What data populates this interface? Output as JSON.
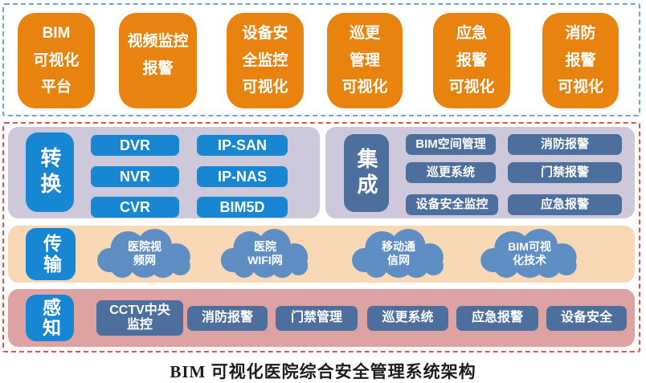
{
  "caption": "BIM 可视化医院综合安全管理系统架构",
  "colors": {
    "orange": "#E9830F",
    "bright_blue": "#1786D3",
    "slate_blue": "#4C6F9D",
    "cloud_blue": "#5E8EC4",
    "lavender": "#CDC8DA",
    "peach": "#F8D8B5",
    "salmon": "#DFA2A2",
    "top_border": "#6FA7C9",
    "bottom_border": "#D9584A"
  },
  "top_modules": [
    {
      "lines": [
        "BIM",
        "可视化",
        "平台"
      ]
    },
    {
      "lines": [
        "视频监控",
        "报警"
      ]
    },
    {
      "lines": [
        "设备安",
        "全监控",
        "可视化"
      ]
    },
    {
      "lines": [
        "巡更",
        "管理",
        "可视化"
      ]
    },
    {
      "lines": [
        "应急",
        "报警",
        "可视化"
      ]
    },
    {
      "lines": [
        "消防",
        "报警",
        "可视化"
      ]
    }
  ],
  "convert": {
    "label": "转换",
    "col1": [
      "DVR",
      "NVR",
      "CVR"
    ],
    "col2": [
      "IP-SAN",
      "IP-NAS",
      "BIM5D"
    ]
  },
  "integrate": {
    "label": "集成",
    "col1": [
      "BIM空间管理",
      "巡更系统",
      "设备安全监控"
    ],
    "col2": [
      "消防报警",
      "门禁报警",
      "应急报警"
    ]
  },
  "transmit": {
    "label": "传输",
    "clouds": [
      {
        "lines": [
          "医院视",
          "频网"
        ]
      },
      {
        "lines": [
          "医院",
          "WIFI网"
        ]
      },
      {
        "lines": [
          "移动通",
          "信网"
        ]
      },
      {
        "lines": [
          "BIM可视",
          "化技术"
        ]
      }
    ]
  },
  "sense": {
    "label": "感知",
    "nodes": [
      {
        "lines": [
          "CCTV中央",
          "监控"
        ]
      },
      {
        "lines": [
          "消防报警"
        ]
      },
      {
        "lines": [
          "门禁管理"
        ]
      },
      {
        "lines": [
          "巡更系统"
        ]
      },
      {
        "lines": [
          "应急报警"
        ]
      },
      {
        "lines": [
          "设备安全"
        ]
      }
    ]
  }
}
